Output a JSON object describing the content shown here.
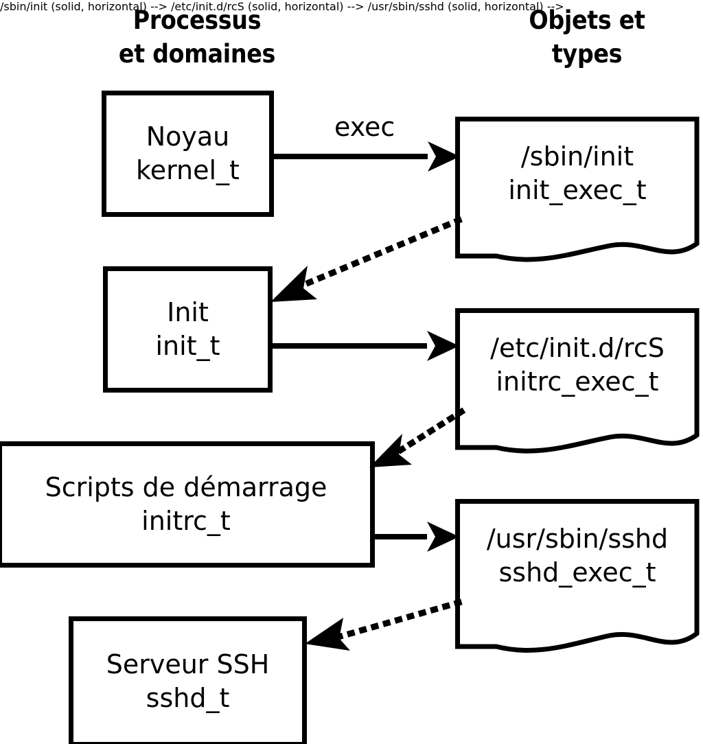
{
  "diagram": {
    "title_columns": {
      "processes": "Processus\net domaines",
      "objects": "Objets et\ntypes"
    },
    "stroke_color": "#000000",
    "background_color": "#ffffff",
    "process_nodes": [
      {
        "id": "kernel",
        "line1": "Noyau",
        "line2": "kernel_t"
      },
      {
        "id": "init",
        "line1": "Init",
        "line2": "init_t"
      },
      {
        "id": "initrc",
        "line1": "Scripts de démarrage",
        "line2": "initrc_t"
      },
      {
        "id": "sshd",
        "line1": "Serveur SSH",
        "line2": "sshd_t"
      }
    ],
    "object_nodes": [
      {
        "id": "init_exec",
        "line1": "/sbin/init",
        "line2": "init_exec_t"
      },
      {
        "id": "initrc_exec",
        "line1": "/etc/init.d/rcS",
        "line2": "initrc_exec_t"
      },
      {
        "id": "sshd_exec",
        "line1": "/usr/sbin/sshd",
        "line2": "sshd_exec_t"
      }
    ],
    "edges": [
      {
        "id": "kernel-exec-init_exec",
        "label": "exec",
        "style": "solid",
        "from": "kernel",
        "to": "init_exec"
      },
      {
        "id": "init_exec-transition-init",
        "label": "",
        "style": "dotted",
        "from": "init_exec",
        "to": "init"
      },
      {
        "id": "init-exec-initrc_exec",
        "label": "",
        "style": "solid",
        "from": "init",
        "to": "initrc_exec"
      },
      {
        "id": "initrc_exec-transition-initrc",
        "label": "",
        "style": "dotted",
        "from": "initrc_exec",
        "to": "initrc"
      },
      {
        "id": "initrc-exec-sshd_exec",
        "label": "",
        "style": "solid",
        "from": "initrc",
        "to": "sshd_exec"
      },
      {
        "id": "sshd_exec-transition-sshd",
        "label": "",
        "style": "dotted",
        "from": "sshd_exec",
        "to": "sshd"
      }
    ]
  }
}
